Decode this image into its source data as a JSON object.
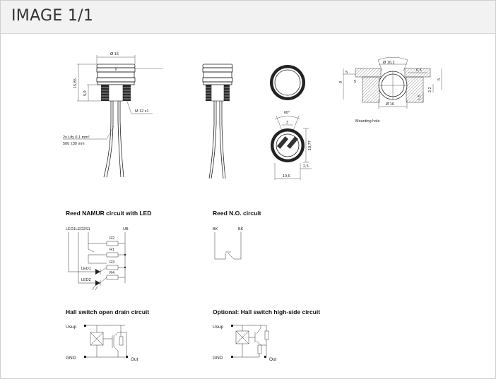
{
  "header": {
    "title": "IMAGE 1/1"
  },
  "drawing": {
    "dim_dia15": "Ø 15",
    "dim_15_85": "15,85",
    "dim_5_9": "5,9",
    "thread": "M 12 x1",
    "cable_line1": "2x Lify 0,1 mm²",
    "cable_line2": "500 ±30 mm",
    "angle_60": "60°",
    "dim_3": "3",
    "dim_10_77": "10,77",
    "dim_2_5": "2,5",
    "dim_10_6": "10,6",
    "hole_dia16_2": "Ø 16,2",
    "hole_0_5": "0,5",
    "hole_5a": "5",
    "hole_5b": "5",
    "hole_9": "9",
    "hole_5c": "5",
    "hole_2_2": "2,2",
    "hole_1_5": "1,5",
    "hole_dia16": "Ø 16",
    "mounting_hole": "Mounting hole"
  },
  "circuits": {
    "namur": {
      "title": "Reed NAMUR circuit with LED",
      "labels": {
        "led1_top": "LED1",
        "led2_top": "LED2",
        "s1": "S1",
        "ub": "UB",
        "r2": "R2",
        "r1": "R1",
        "r3": "R3",
        "r4": "R4",
        "led1": "LED1",
        "led2": "LED2"
      }
    },
    "reed_no": {
      "title": "Reed N.O. circuit",
      "labels": {
        "bk_left": "BK",
        "bk_right": "BK"
      }
    },
    "hall_od": {
      "title": "Hall switch open drain circuit",
      "labels": {
        "usup": "Usup",
        "gnd": "GND",
        "out": "Out"
      }
    },
    "hall_hs": {
      "title": "Optional: Hall switch high-side circuit",
      "labels": {
        "usup": "Usup",
        "gnd": "GND",
        "out": "Out"
      }
    }
  }
}
